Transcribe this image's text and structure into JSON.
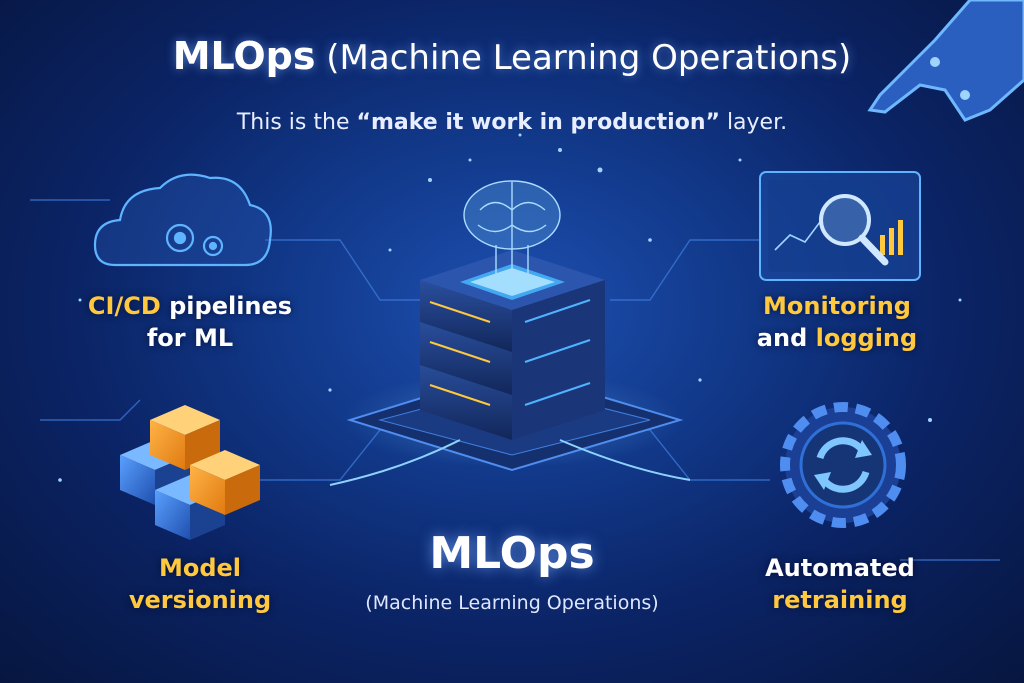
{
  "header": {
    "title_main": "MLOps",
    "title_paren": "(Machine Learning Operations)",
    "subtitle_pre": "This is the ",
    "subtitle_bold": "“make it work in production”",
    "subtitle_post": " layer."
  },
  "center": {
    "title": "MLOps",
    "subtitle": "(Machine Learning Operations)"
  },
  "nodes": {
    "cicd": {
      "line1_a": "CI/CD",
      "line1_b": " pipelines",
      "line2": "for ML",
      "icon": "cloud-gears-icon"
    },
    "monitoring": {
      "line1": "Monitoring",
      "line2_a": "and ",
      "line2_b": "logging",
      "icon": "dashboard-magnifier-icon"
    },
    "versioning": {
      "line1": "Model",
      "line2": "versioning",
      "icon": "stacked-cubes-icon"
    },
    "retraining": {
      "line1": "Automated",
      "line2": "retraining",
      "icon": "gear-refresh-icon"
    }
  },
  "colors": {
    "accent_yellow": "#ffc83d",
    "glow_blue": "#4fb3ff",
    "background_dark": "#071640"
  }
}
